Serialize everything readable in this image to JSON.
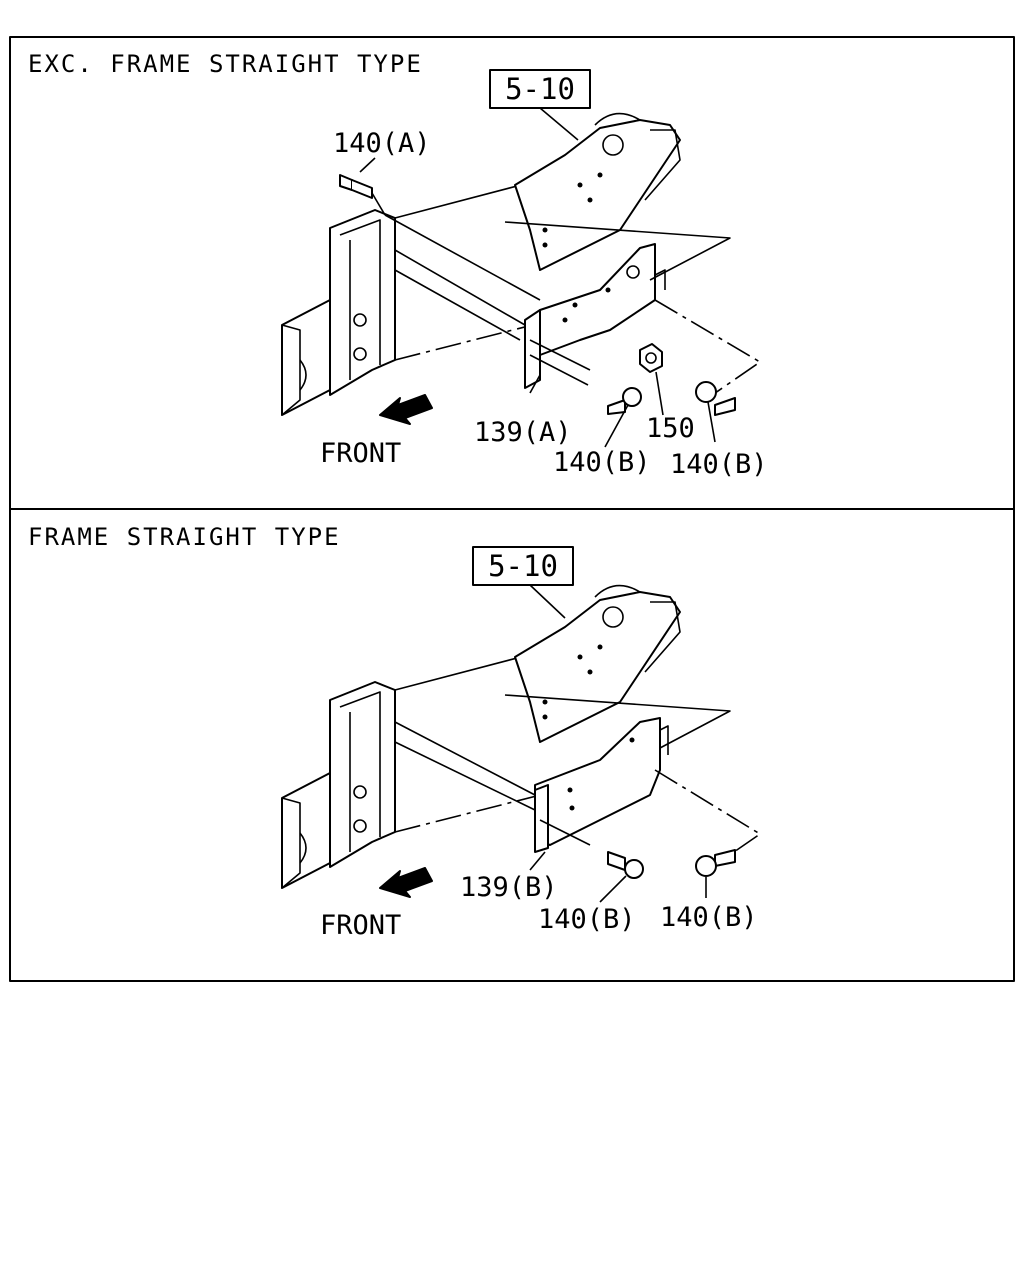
{
  "panels": [
    {
      "title": "EXC. FRAME STRAIGHT TYPE",
      "ref_box": "5-10",
      "front_label": "FRONT",
      "callouts": [
        "140(A)",
        "139(A)",
        "140(B)",
        "150",
        "140(B)"
      ]
    },
    {
      "title": "FRAME STRAIGHT TYPE",
      "ref_box": "5-10",
      "front_label": "FRONT",
      "callouts": [
        "139(B)",
        "140(B)",
        "140(B)"
      ]
    }
  ],
  "colors": {
    "line": "#000000",
    "background": "#ffffff"
  }
}
